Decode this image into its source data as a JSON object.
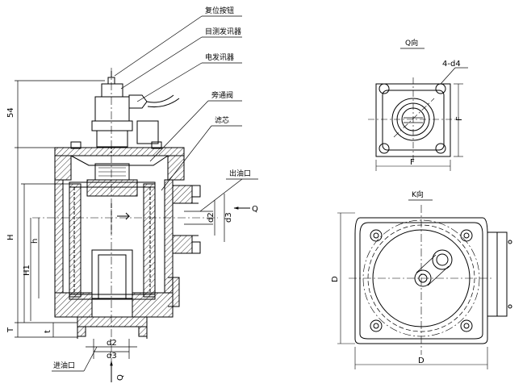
{
  "callouts": {
    "reset_button": "复位按钮",
    "visual_transmitter": "目测发讯器",
    "electric_transmitter": "电发讯器",
    "bypass_valve": "旁通阀",
    "filter_element": "滤芯",
    "outlet": "出油口",
    "inlet": "进油口"
  },
  "dims": {
    "d54": "54",
    "H": "H",
    "h": "h",
    "H1": "H1",
    "T": "T",
    "t": "t",
    "d2_right": "d2",
    "d3_right": "d3",
    "Q_right": "Q",
    "d2_bottom": "d2",
    "d3_bottom": "d3",
    "Q_bottom": "Q"
  },
  "q_view": {
    "title": "Q向",
    "holes": "4-d4",
    "F_side": "F",
    "F_bottom": "F"
  },
  "k_view": {
    "title": "K向",
    "D_side": "D",
    "D_bottom": "D"
  }
}
